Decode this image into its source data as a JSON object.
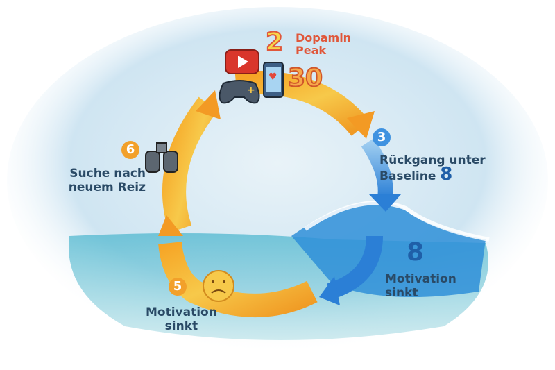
{
  "steps": {
    "peak": {
      "number": "2",
      "title_line1": "Dopamin",
      "title_line2": "Peak",
      "value": "30"
    },
    "decline": {
      "number": "3",
      "line1": "Rückgang unter",
      "line2": "Baseline",
      "value": "8"
    },
    "motivation_right": {
      "value": "8",
      "line1": "Motivation",
      "line2": "sinkt"
    },
    "motivation_left": {
      "number": "5",
      "line1": "Motivation",
      "line2": "sinkt"
    },
    "search": {
      "number": "6",
      "line1": "Suche nach",
      "line2": "neuem Reiz"
    }
  },
  "icons": [
    "youtube-icon",
    "smartphone-heart-icon",
    "gamepad-icon",
    "binoculars-icon",
    "sad-face-icon"
  ],
  "colors": {
    "orange": "#f2a02a",
    "blue": "#3f92e0",
    "text": "#2a4a66",
    "peak_red": "#e0573a",
    "peak_yellow": "#f7d64a"
  }
}
